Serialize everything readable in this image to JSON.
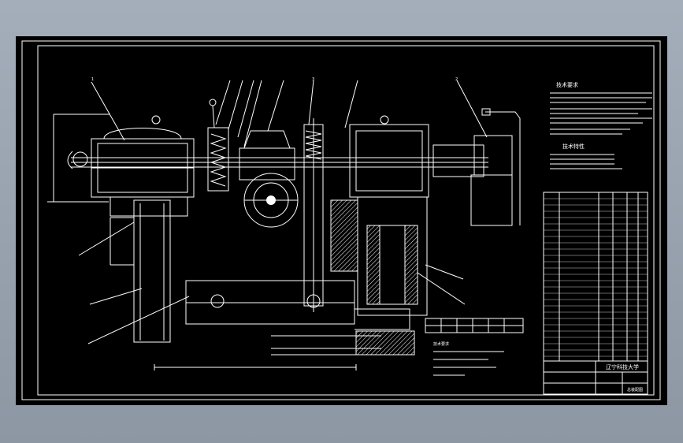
{
  "title_block": {
    "school": "辽宁科技大学",
    "sheet_title": "总装配图"
  },
  "notes": {
    "heading_req": "技术要求",
    "heading_char": "技术特性",
    "heading_other": "技术要求",
    "label_1": "1",
    "label_2": "2",
    "label_3": "3"
  },
  "colors": {
    "background": "#a4aebb",
    "sheet": "#000000",
    "line": "#ffffff"
  },
  "icons": [
    "pump-assembly-drawing"
  ]
}
